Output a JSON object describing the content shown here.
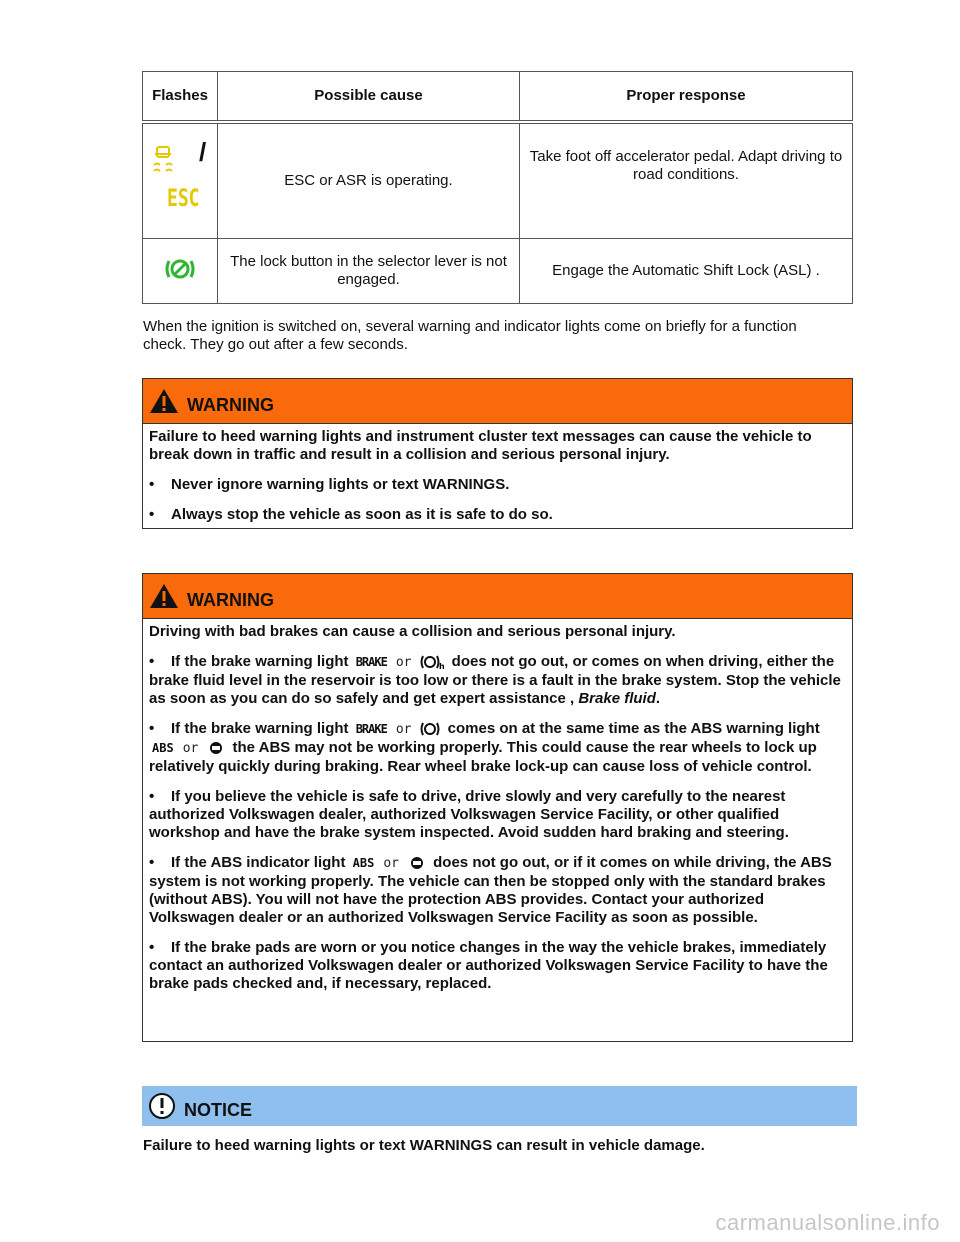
{
  "table": {
    "headers": [
      "Flashes",
      "Possible cause",
      "Proper response"
    ],
    "row1": {
      "slash": "/",
      "icon_esc": "ESC",
      "cause": "ESC or ASR is operating.",
      "response": "Take foot off accelerator pedal. Adapt driving to road conditions."
    },
    "row2": {
      "cause": "The lock button in the selector lever is not engaged.",
      "response": "Engage the Automatic Shift Lock (ASL) ."
    }
  },
  "intro": "When the ignition is switched on, several warning and indicator lights come on briefly for a function check. They go out after a few seconds.",
  "warning1": {
    "title": "WARNING",
    "text": "Failure to heed warning lights and instrument cluster text messages can cause the vehicle to break down in traffic and result in a collision and serious personal injury.",
    "bullets": [
      "Never ignore warning lights or text WARNINGS.",
      "Always stop the vehicle as soon as it is safe to do so."
    ]
  },
  "warning2": {
    "title": "WARNING",
    "text": "Driving with bad brakes can cause a collision and serious personal injury.",
    "or": "or",
    "brake_symbol": "BRAKE",
    "abs_symbol": "ABS",
    "b1_a": "If the brake warning light",
    "b1_b": "does not go out, or comes on when driving, either the brake fluid level in the reservoir is too low or there is a fault in the brake system. Stop the vehicle as soon as you can do so safely and get expert assistance ,",
    "b1_link": "Brake fluid",
    "b1_end": ".",
    "b2_a": "If the brake warning light",
    "b2_b": "comes on at the same time as the ABS warning light",
    "b2_c": "the ABS may not be working properly. This could cause the rear wheels to lock up relatively quickly during braking. Rear wheel brake lock-up can cause loss of vehicle control.",
    "b3": "If you believe the vehicle is safe to drive, drive slowly and very carefully to the nearest authorized Volkswagen dealer, authorized Volkswagen Service Facility, or other qualified workshop and have the brake system inspected. Avoid sudden hard braking and steering.",
    "b4_a": "If the ABS indicator light",
    "b4_b": "does not go out, or if it comes on while driving, the ABS system is not working properly. The vehicle can then be stopped only with the standard brakes (without ABS). You will not have the protection ABS provides. Contact your authorized Volkswagen dealer or an authorized Volkswagen Service Facility as soon as possible.",
    "b5": "If the brake pads are worn or you notice changes in the way the vehicle brakes, immediately contact an authorized Volkswagen dealer or authorized Volkswagen Service Facility to have the brake pads checked and, if necessary, replaced."
  },
  "notice": {
    "title": "NOTICE",
    "text": "Failure to heed warning lights or text WARNINGS can result in vehicle damage."
  },
  "watermark": "carmanualsonline.info",
  "colors": {
    "warning_header": "#f96a0a",
    "notice_header": "#8fbfef",
    "indicator_yellow": "#e3c800",
    "indicator_green": "#2fb52f"
  }
}
